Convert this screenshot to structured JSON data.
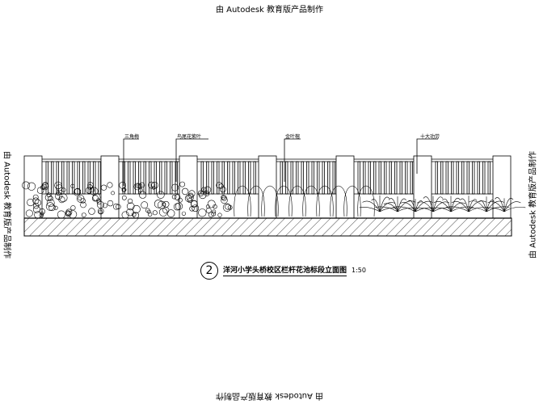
{
  "watermark": "由 Autodesk 教育版产品制作",
  "labels": [
    "三角梅",
    "鸟尾花紫叶",
    "金叶榕",
    "十大功劳"
  ],
  "title": {
    "number": "2",
    "text": "洋河小学头桥校区栏杆花池标段立面图",
    "scale": "1:50"
  }
}
